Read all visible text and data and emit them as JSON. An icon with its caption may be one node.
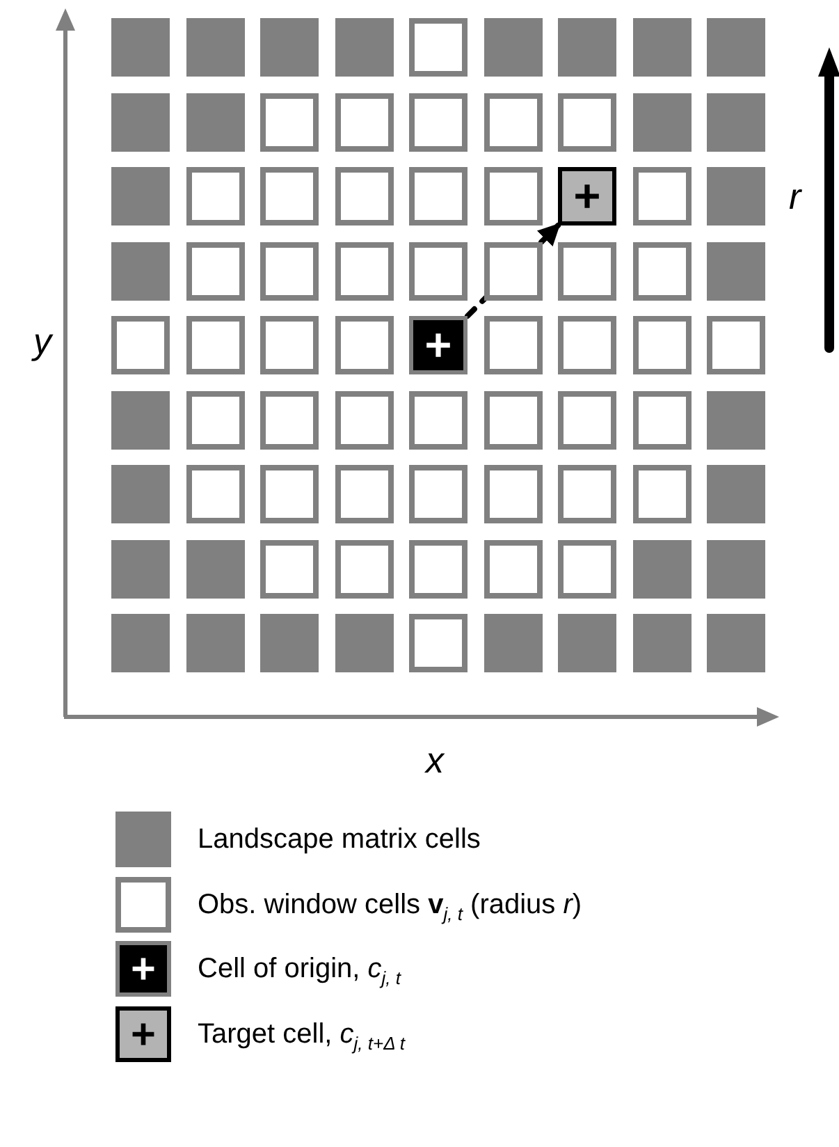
{
  "diagram": {
    "nodes": [
      {
        "text": [],
        "shape": "box"
      },
      {
        "text": [],
        "shape": "box"
      }
    ],
    "edges": [
      {
        "from": 0,
        "to": 1,
        "arrow": "to",
        "style": "dashed"
      }
    ],
    "labels": [
      "r",
      "y",
      "x"
    ],
    "legend": [
      {
        "text": "Landscape matrix cells",
        "color": "#808080"
      },
      {
        "text": "Obs. window cells **v**$_{j, t}$ (radius *r*)"
      },
      {
        "text": "Cell of origin, *c*$_{j, t}$"
      },
      {
        "text": "Target cell, *c*$_{j, t+Δ t}$"
      }
    ]
  }
}
